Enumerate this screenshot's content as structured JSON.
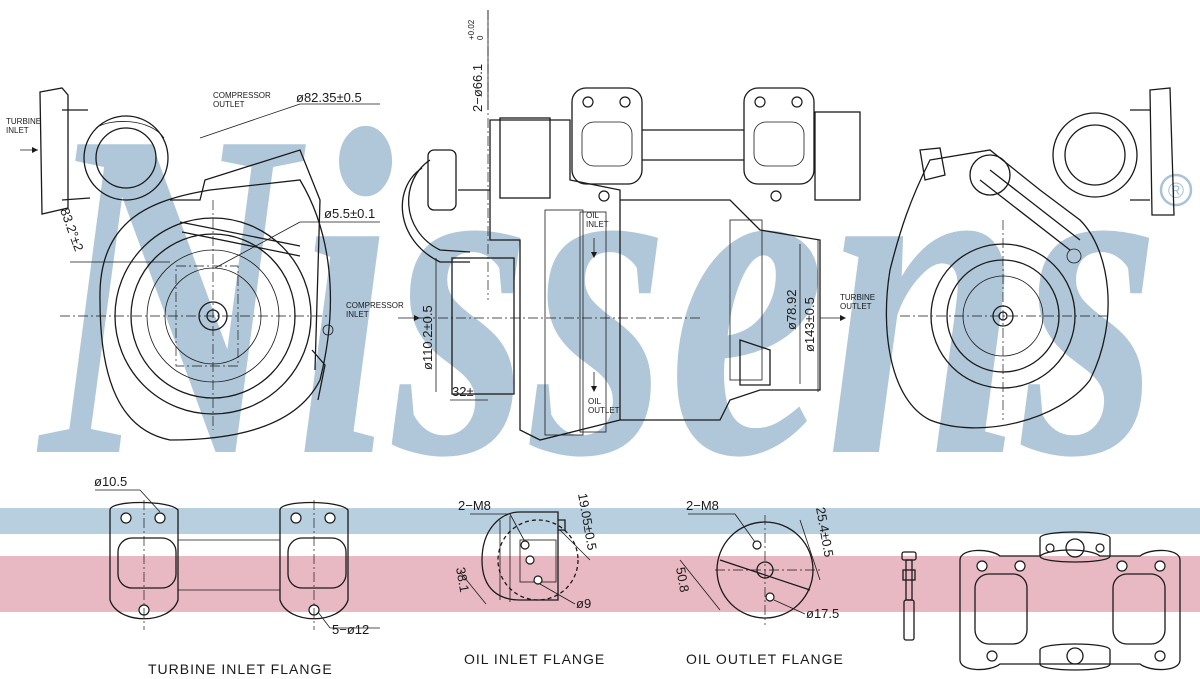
{
  "brand": {
    "watermark": "Nissens",
    "trademark": "®",
    "watermark_color": "#a9c3d6",
    "band_blue": "#b7cfdf",
    "band_pink": "#e8b9c3"
  },
  "callouts": {
    "turbine_inlet": "TURBINE\nINLET",
    "compressor_outlet": "COMPRESSOR\nOUTLET",
    "compressor_inlet": "COMPRESSOR\nINLET",
    "oil_inlet": "OIL\nINLET",
    "oil_outlet": "OIL\nOUTLET",
    "turbine_outlet": "TURBINE\nOUTLET"
  },
  "dimensions": {
    "d_82_35": "ø82.35±0.5",
    "d_5_5": "ø5.5±0.1",
    "d_83_2": "83.2°±2",
    "d_66_1": "2−ø66.1",
    "d_66_1_tol": "+0.02\n0",
    "d_110_2": "ø110.2±0.5",
    "d_32": "32±",
    "d_78_92": "ø78.92",
    "d_143": "ø143±0.5",
    "d_10_5": "ø10.5",
    "d_5_12": "5−ø12",
    "d_2m8_a": "2−M8",
    "d_19_05": "19.05±0.5",
    "d_38_1": "38.1",
    "d_9": "ø9",
    "d_2m8_b": "2−M8",
    "d_25_4": "25.4±0.5",
    "d_50_8": "50.8",
    "d_17_5": "ø17.5"
  },
  "titles": {
    "turbine_inlet_flange": "TURBINE INLET FLANGE",
    "oil_inlet_flange": "OIL INLET FLANGE",
    "oil_outlet_flange": "OIL OUTLET FLANGE"
  }
}
